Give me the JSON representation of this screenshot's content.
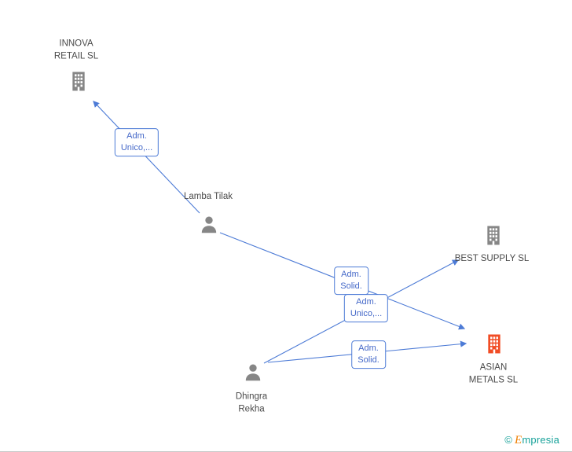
{
  "diagram": {
    "nodes": {
      "innova": {
        "label": "INNOVA\nRETAIL SL",
        "type": "company"
      },
      "lamba": {
        "label": "Lamba Tilak",
        "type": "person"
      },
      "best_supply": {
        "label": "BEST SUPPLY SL",
        "type": "company"
      },
      "asian_metals": {
        "label": "ASIAN\nMETALS SL",
        "type": "company",
        "highlighted": true
      },
      "dhingra": {
        "label": "Dhingra\nRekha",
        "type": "person"
      }
    },
    "edges": [
      {
        "from": "lamba",
        "to": "innova",
        "label": "Adm.\nUnico,..."
      },
      {
        "from": "lamba",
        "to": "asian_metals",
        "label": "Adm.\nSolid."
      },
      {
        "from": "dhingra",
        "to": "best_supply",
        "label": "Adm.\nUnico,..."
      },
      {
        "from": "dhingra",
        "to": "asian_metals",
        "label": "Adm.\nSolid."
      }
    ]
  },
  "colors": {
    "edge_blue": "#4d7bd6",
    "node_gray": "#868686",
    "highlight_orange": "#f14c24",
    "label_text": "#4a4a4a",
    "logo_teal": "#18a29a",
    "logo_orange": "#ef7f00"
  },
  "branding": {
    "copyright": "©",
    "logo_initial": "E",
    "logo_rest": "mpresia"
  }
}
